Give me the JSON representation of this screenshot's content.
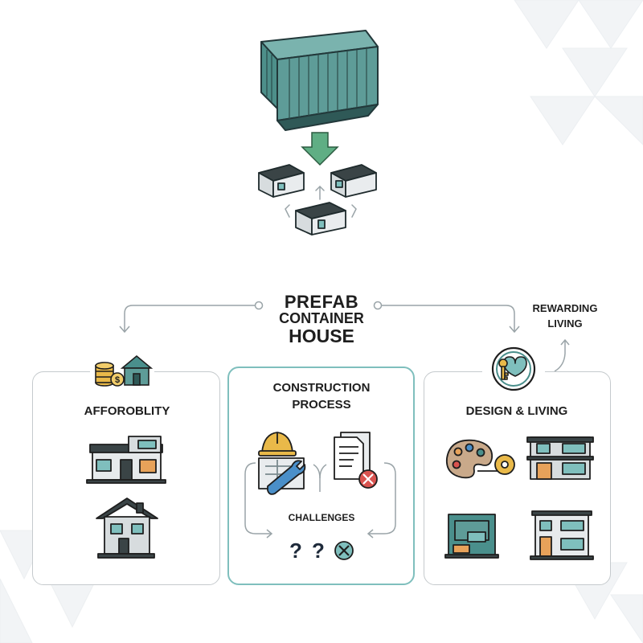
{
  "title": {
    "line1": "PREFAB",
    "line2": "CONTAINER",
    "line3": "HOUSE"
  },
  "rewarding": {
    "line1": "REWARDING",
    "line2": "LIVING"
  },
  "panels": {
    "affordability": {
      "title": "AFFOROBLITY"
    },
    "construction": {
      "title_line1": "CONSTRUCTION",
      "title_line2": "PROCESS",
      "challenges": "CHALLENGES"
    },
    "design": {
      "title": "DESIGN & LIVING"
    }
  },
  "colors": {
    "teal": "#4a8f8c",
    "container": "#5e9c98",
    "arrow_green": "#5fae84",
    "cta_teal": "#7fbfbd",
    "orange": "#e7a25a",
    "red": "#d9534f",
    "gold": "#e9b949"
  },
  "icons": [
    "shipping-container-icon",
    "down-arrow-icon",
    "module-icon",
    "coins-house-icon",
    "house-icon",
    "hard-hat-icon",
    "blueprint-wrench-icon",
    "document-cross-icon",
    "question-icon",
    "cross-icon",
    "key-heart-icon",
    "palette-icon",
    "tape-icon"
  ]
}
